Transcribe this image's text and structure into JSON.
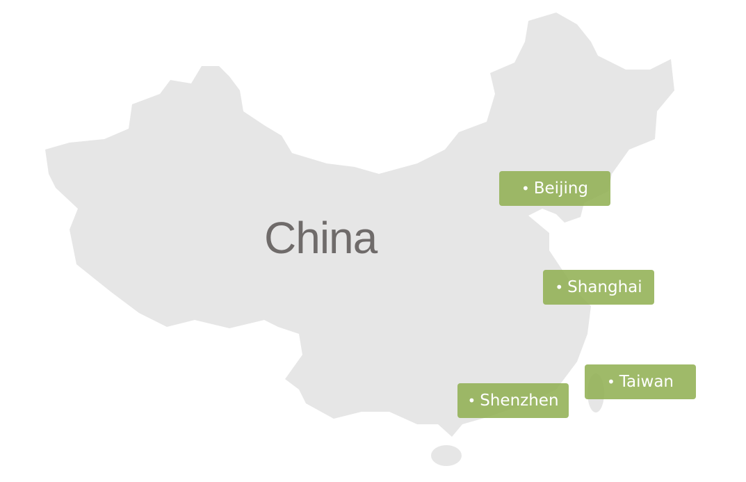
{
  "map": {
    "country": "China",
    "land_color": "#e6e6e6",
    "marker_color": "#92b054"
  },
  "cities": [
    {
      "name": "Beijing"
    },
    {
      "name": "Shanghai"
    },
    {
      "name": "Taiwan"
    },
    {
      "name": "Shenzhen"
    }
  ]
}
